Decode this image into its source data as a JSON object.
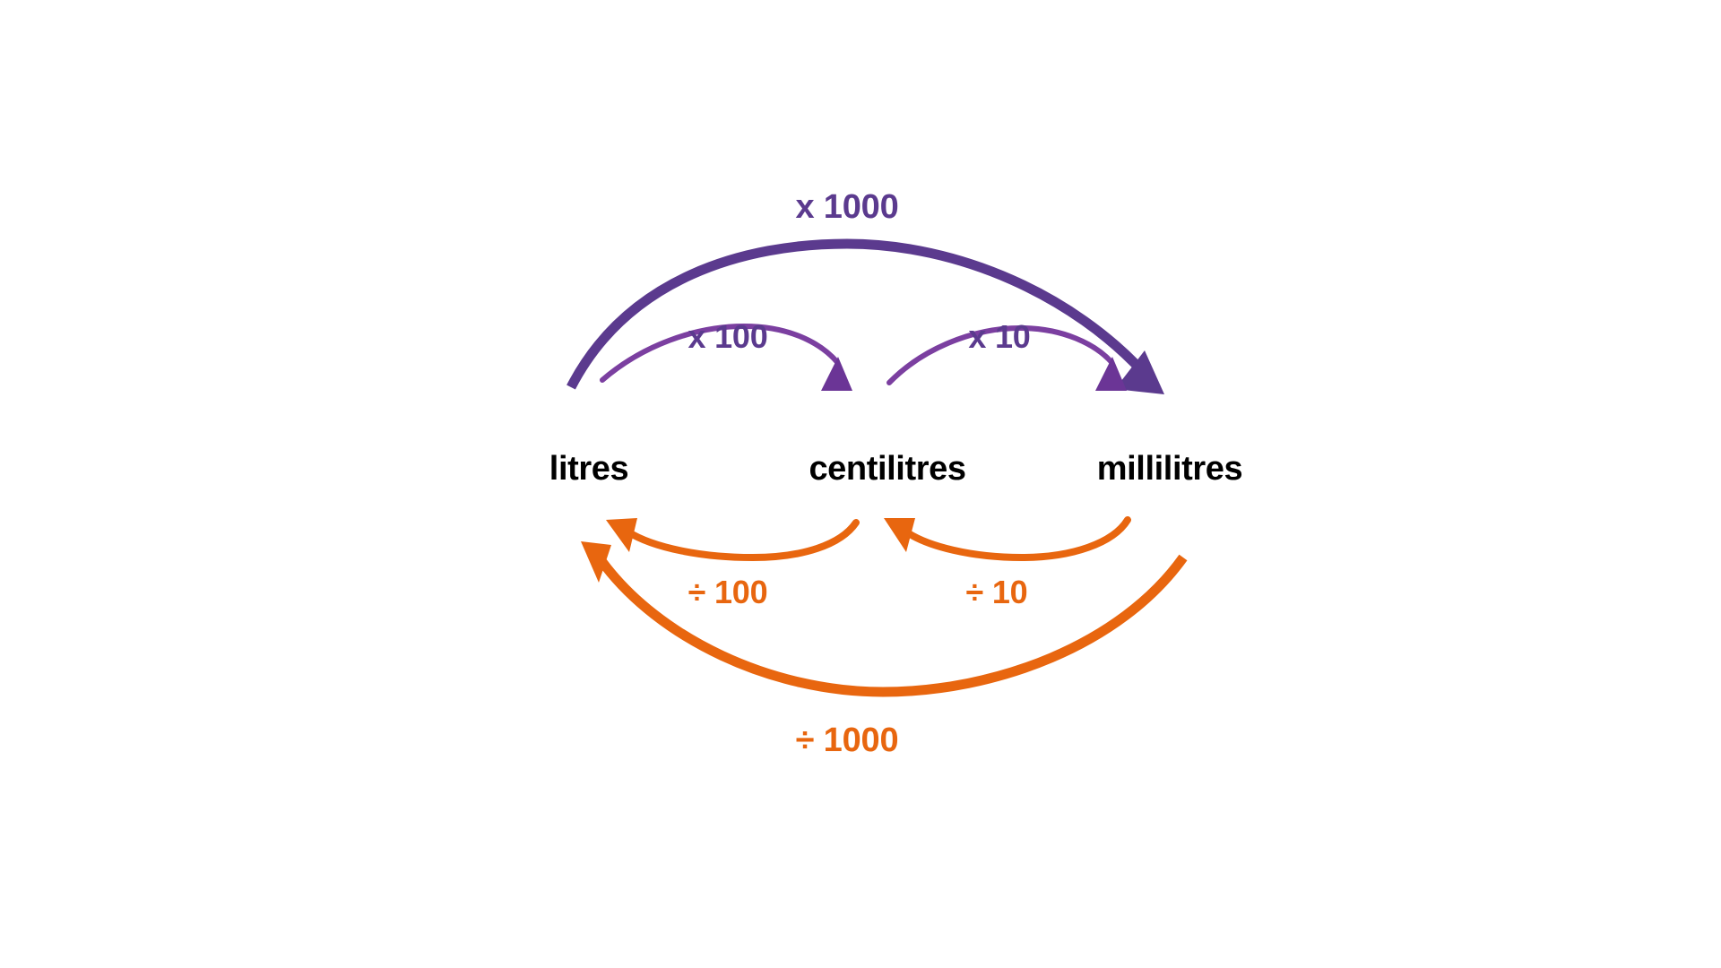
{
  "diagram": {
    "title": "Volume unit conversion chart",
    "background_color": "#ffffff",
    "colors": {
      "purple_dark": "#5b3a8e",
      "purple_light": "#7b3fa0",
      "orange": "#e8660f",
      "label_black": "#000000"
    },
    "units": [
      {
        "id": "litres",
        "label": "litres"
      },
      {
        "id": "centilitres",
        "label": "centilitres"
      },
      {
        "id": "millilitres",
        "label": "millilitres"
      }
    ],
    "multiply_arrows": [
      {
        "id": "l-to-cl",
        "label": "x 100",
        "from": "litres",
        "to": "centilitres",
        "factor": 100,
        "color": "#5b3a8e"
      },
      {
        "id": "cl-to-ml",
        "label": "x 10",
        "from": "centilitres",
        "to": "millilitres",
        "factor": 10,
        "color": "#5b3a8e"
      },
      {
        "id": "l-to-ml",
        "label": "x 1000",
        "from": "litres",
        "to": "millilitres",
        "factor": 1000,
        "color": "#5b3a8e"
      }
    ],
    "divide_arrows": [
      {
        "id": "cl-to-l",
        "label": "÷ 100",
        "from": "centilitres",
        "to": "litres",
        "factor": 100,
        "color": "#e8660f"
      },
      {
        "id": "ml-to-cl",
        "label": "÷ 10",
        "from": "millilitres",
        "to": "centilitres",
        "factor": 10,
        "color": "#e8660f"
      },
      {
        "id": "ml-to-l",
        "label": "÷ 1000",
        "from": "millilitres",
        "to": "litres",
        "factor": 1000,
        "color": "#e8660f"
      }
    ]
  }
}
